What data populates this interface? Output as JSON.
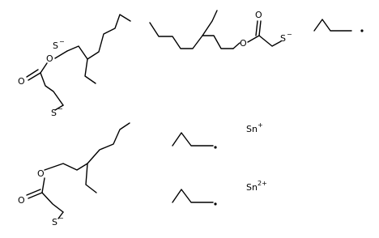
{
  "molecule": {
    "thiolate_labels": [
      "S",
      "S",
      "S"
    ],
    "thiolate_charge": "−",
    "oxygen_label": "O",
    "tin_labels": [
      "Sn",
      "Sn"
    ],
    "tin_charges": [
      "+",
      "2+"
    ]
  }
}
